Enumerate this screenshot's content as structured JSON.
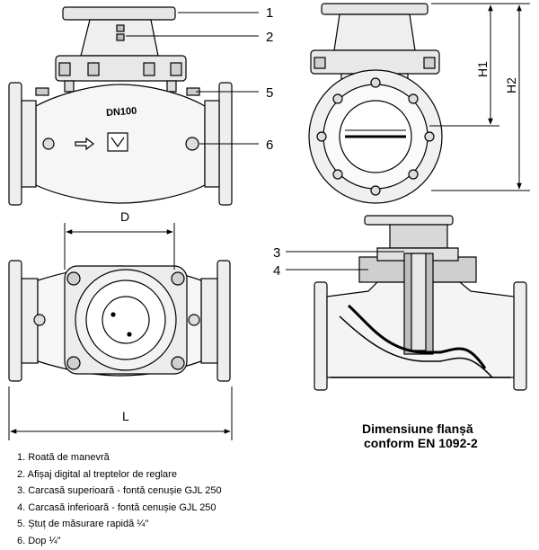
{
  "valve": {
    "size_marking": "DN100"
  },
  "callouts": [
    "1",
    "2",
    "3",
    "4",
    "5",
    "6"
  ],
  "dimensions": {
    "width_top": "D",
    "length": "L",
    "height_1": "H1",
    "height_2": "H2"
  },
  "flange_note": {
    "line1": "Dimensiune flanșă",
    "line2": "conform EN 1092-2"
  },
  "legend": [
    "1. Roată de manevră",
    "2. Afișaj digital al treptelor de reglare",
    "3. Carcasă superioară - fontă cenușie GJL 250",
    "4. Carcasă inferioară - fontă cenușie GJL 250",
    "5. Ștuț de măsurare rapidă ¼\"",
    "6. Dop ¼\""
  ]
}
